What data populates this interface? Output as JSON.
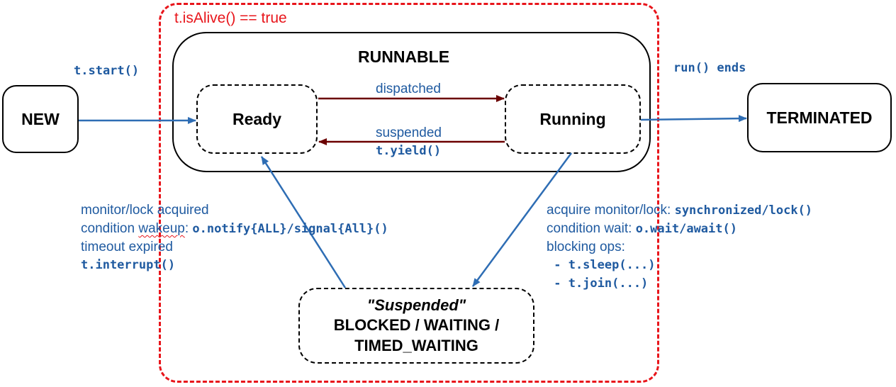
{
  "region": {
    "label": "t.isAlive() == true",
    "color": "#e8151b"
  },
  "states": {
    "new": "NEW",
    "runnable": "RUNNABLE",
    "ready": "Ready",
    "running": "Running",
    "terminated": "TERMINATED",
    "suspended_title": "\"Suspended\"",
    "suspended_line1": "BLOCKED / WAITING /",
    "suspended_line2": "TIMED_WAITING"
  },
  "transitions": {
    "start": "t.start()",
    "dispatched": "dispatched",
    "suspended": "suspended",
    "yield": "t.yield()",
    "run_ends": "run() ends"
  },
  "wake_reasons": {
    "monitor_acquired": "monitor/lock acquired",
    "condition_wakeup_prefix": "condition ",
    "condition_wakeup_word": "wakeup",
    "condition_wakeup_suffix": ": ",
    "notify_code": "o.notify{ALL}/signal{All}()",
    "timeout": "timeout expired",
    "interrupt": "t.interrupt()"
  },
  "block_reasons": {
    "acquire_prefix": "acquire monitor/lock: ",
    "acquire_code": "synchronized/lock()",
    "wait_prefix": "condition wait: ",
    "wait_code": "o.wait/await()",
    "blocking_ops": "blocking ops:",
    "sleep": " - t.sleep(...)",
    "join": " - t.join(...)"
  },
  "colors": {
    "transition_blue": "#2e6db4",
    "dispatch_dark_red": "#6b0000",
    "text_blue": "#1f5aa0"
  }
}
